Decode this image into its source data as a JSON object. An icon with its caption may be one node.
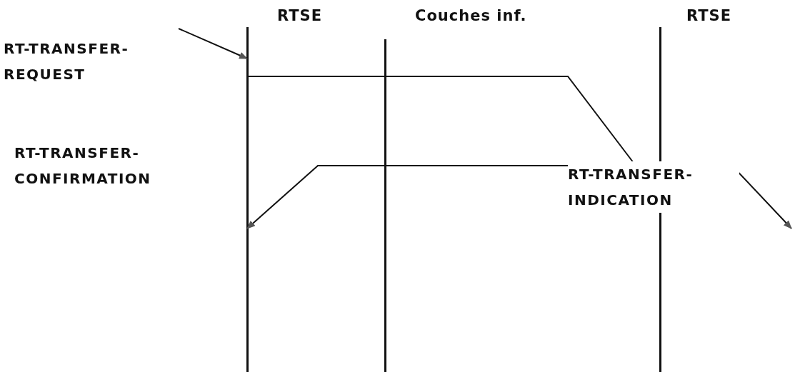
{
  "diagram": {
    "nodes": [
      {
        "text": [
          "RTSE"
        ]
      },
      {
        "text": [
          "Couches inf."
        ]
      },
      {
        "text": [
          "RTSE"
        ]
      }
    ],
    "edges": [
      {
        "from": null,
        "to": 0,
        "arrow": "to"
      },
      {
        "from": 0,
        "to": 2,
        "arrow": "none"
      },
      {
        "from": 2,
        "to": 0,
        "arrow": "to"
      },
      {
        "from": 2,
        "to": null,
        "arrow": "to"
      }
    ],
    "labels": [
      "RT-TRANSFER- REQUEST",
      "RT-TRANSFER- CONFIRMATION",
      "RT-TRANSFER- INDICATION"
    ]
  }
}
